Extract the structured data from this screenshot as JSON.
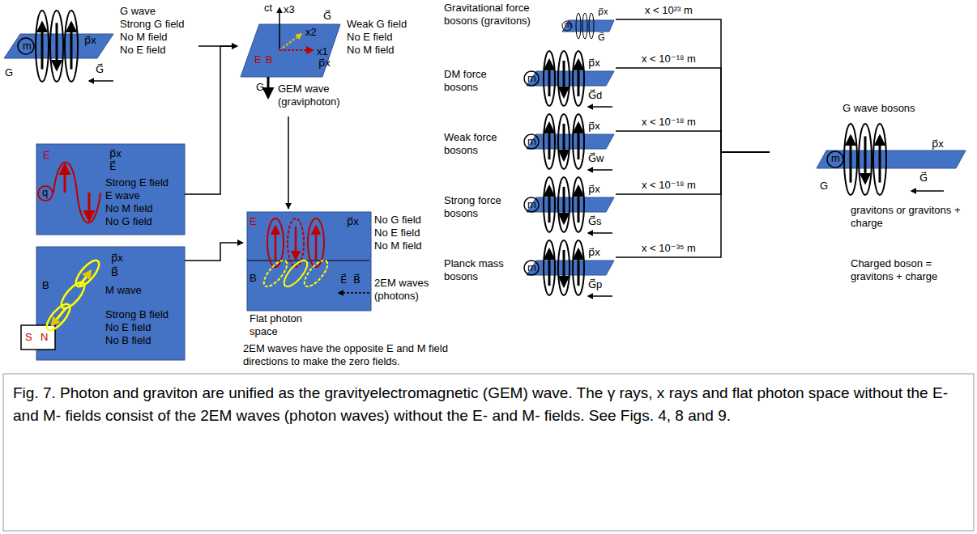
{
  "diagram": {
    "caption": "Fig. 7. Photon and graviton are unified as the gravityelectromagnetic (GEM) wave. The γ rays, x rays and flat photon space without the E- and M- fields consist of the 2EM waves (photon waves) without the E- and M- fields.  See Figs. 4, 8 and 9.",
    "nodes": [
      {
        "text": [
          "G wave",
          "Strong G field",
          "No M field",
          "No E field",
          "m",
          "G",
          "p⃗x",
          "G⃗"
        ]
      },
      {
        "text": [
          "ct",
          "x3",
          "x2",
          "x1",
          "E",
          "B",
          "G⃗",
          "Weak G field",
          "No E field",
          "No M field",
          "p⃗x",
          "G",
          "GEM wave (graviphoton)"
        ]
      },
      {
        "text": [
          "q",
          "E",
          "p⃗x",
          "E⃗",
          "Strong E field",
          "E wave",
          "No M field",
          "No G field"
        ]
      },
      {
        "text": [
          "S",
          "N",
          "B",
          "p⃗x",
          "B⃗",
          "M wave",
          "Strong B field",
          "No E field",
          "No B field"
        ]
      },
      {
        "text": [
          "E",
          "B",
          "p⃗x",
          "E⃗",
          "B⃗",
          "No G field",
          "No E field",
          "No M field",
          "Flat photon space",
          "2EM waves (photons)"
        ]
      },
      {
        "text": [
          "Gravitational force bosons (gravitons)",
          "m",
          "p⃗x",
          "G⃗"
        ]
      },
      {
        "text": [
          "DM force bosons",
          "m",
          "p⃗x",
          "G⃗d"
        ]
      },
      {
        "text": [
          "Weak force bosons",
          "m",
          "p⃗x",
          "G⃗w"
        ]
      },
      {
        "text": [
          "Strong force bosons",
          "m",
          "p⃗x",
          "G⃗s"
        ]
      },
      {
        "text": [
          "Planck mass bosons",
          "m",
          "p⃗x",
          "G⃗p"
        ]
      },
      {
        "text": [
          "G wave bosons",
          "m",
          "G",
          "p⃗x",
          "G⃗",
          "gravitons or gravitons + charge"
        ]
      }
    ],
    "edges": [
      {
        "from": 0,
        "to": 1,
        "arrow": "to"
      },
      {
        "from": 2,
        "to": 1,
        "arrow": "to"
      },
      {
        "from": 3,
        "to": 4,
        "arrow": "to"
      },
      {
        "from": 1,
        "to": 4,
        "arrow": "to"
      },
      {
        "from": 5,
        "to": 10,
        "arrow": "none",
        "label": "x < 10²³ m"
      },
      {
        "from": 6,
        "to": 10,
        "arrow": "none",
        "label": "x < 10⁻¹⁸ m"
      },
      {
        "from": 7,
        "to": 10,
        "arrow": "none",
        "label": "x < 10⁻¹⁸ m"
      },
      {
        "from": 8,
        "to": 10,
        "arrow": "none",
        "label": "x < 10⁻¹⁸ m"
      },
      {
        "from": 9,
        "to": 10,
        "arrow": "none",
        "label": "x < 10⁻³⁵ m"
      }
    ],
    "labels": [
      "2EM waves have the opposite E and M field directions to make the zero fields.",
      "Charged boson = gravitons + charge"
    ]
  }
}
